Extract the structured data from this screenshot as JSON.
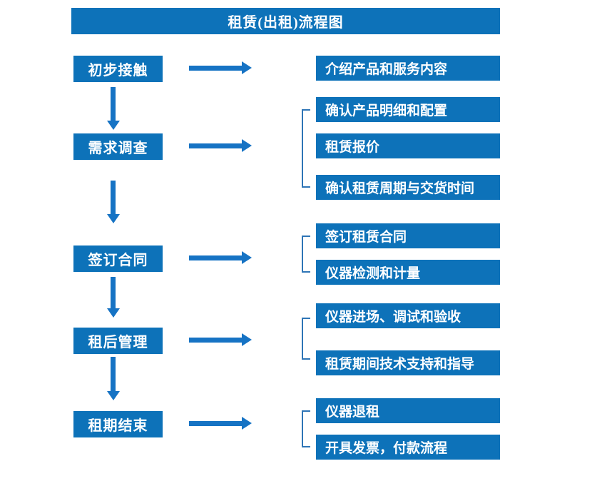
{
  "title": "租赁(出租)流程图",
  "stages": [
    {
      "label": "初步接触",
      "details": [
        "介绍产品和服务内容"
      ]
    },
    {
      "label": "需求调查",
      "details": [
        "确认产品明细和配置",
        "租赁报价",
        "确认租赁周期与交货时间"
      ]
    },
    {
      "label": "签订合同",
      "details": [
        "签订租赁合同",
        "仪器检测和计量"
      ]
    },
    {
      "label": "租后管理",
      "details": [
        "仪器进场、调试和验收",
        "租赁期间技术支持和指导"
      ]
    },
    {
      "label": "租期结束",
      "details": [
        "仪器退租",
        "开具发票，付款流程"
      ]
    }
  ],
  "colors": {
    "box_blue": "#0d72b9",
    "arrow_blue": "#1673c4",
    "bracket_blue": "#2e75b6",
    "text_white": "#ffffff"
  }
}
